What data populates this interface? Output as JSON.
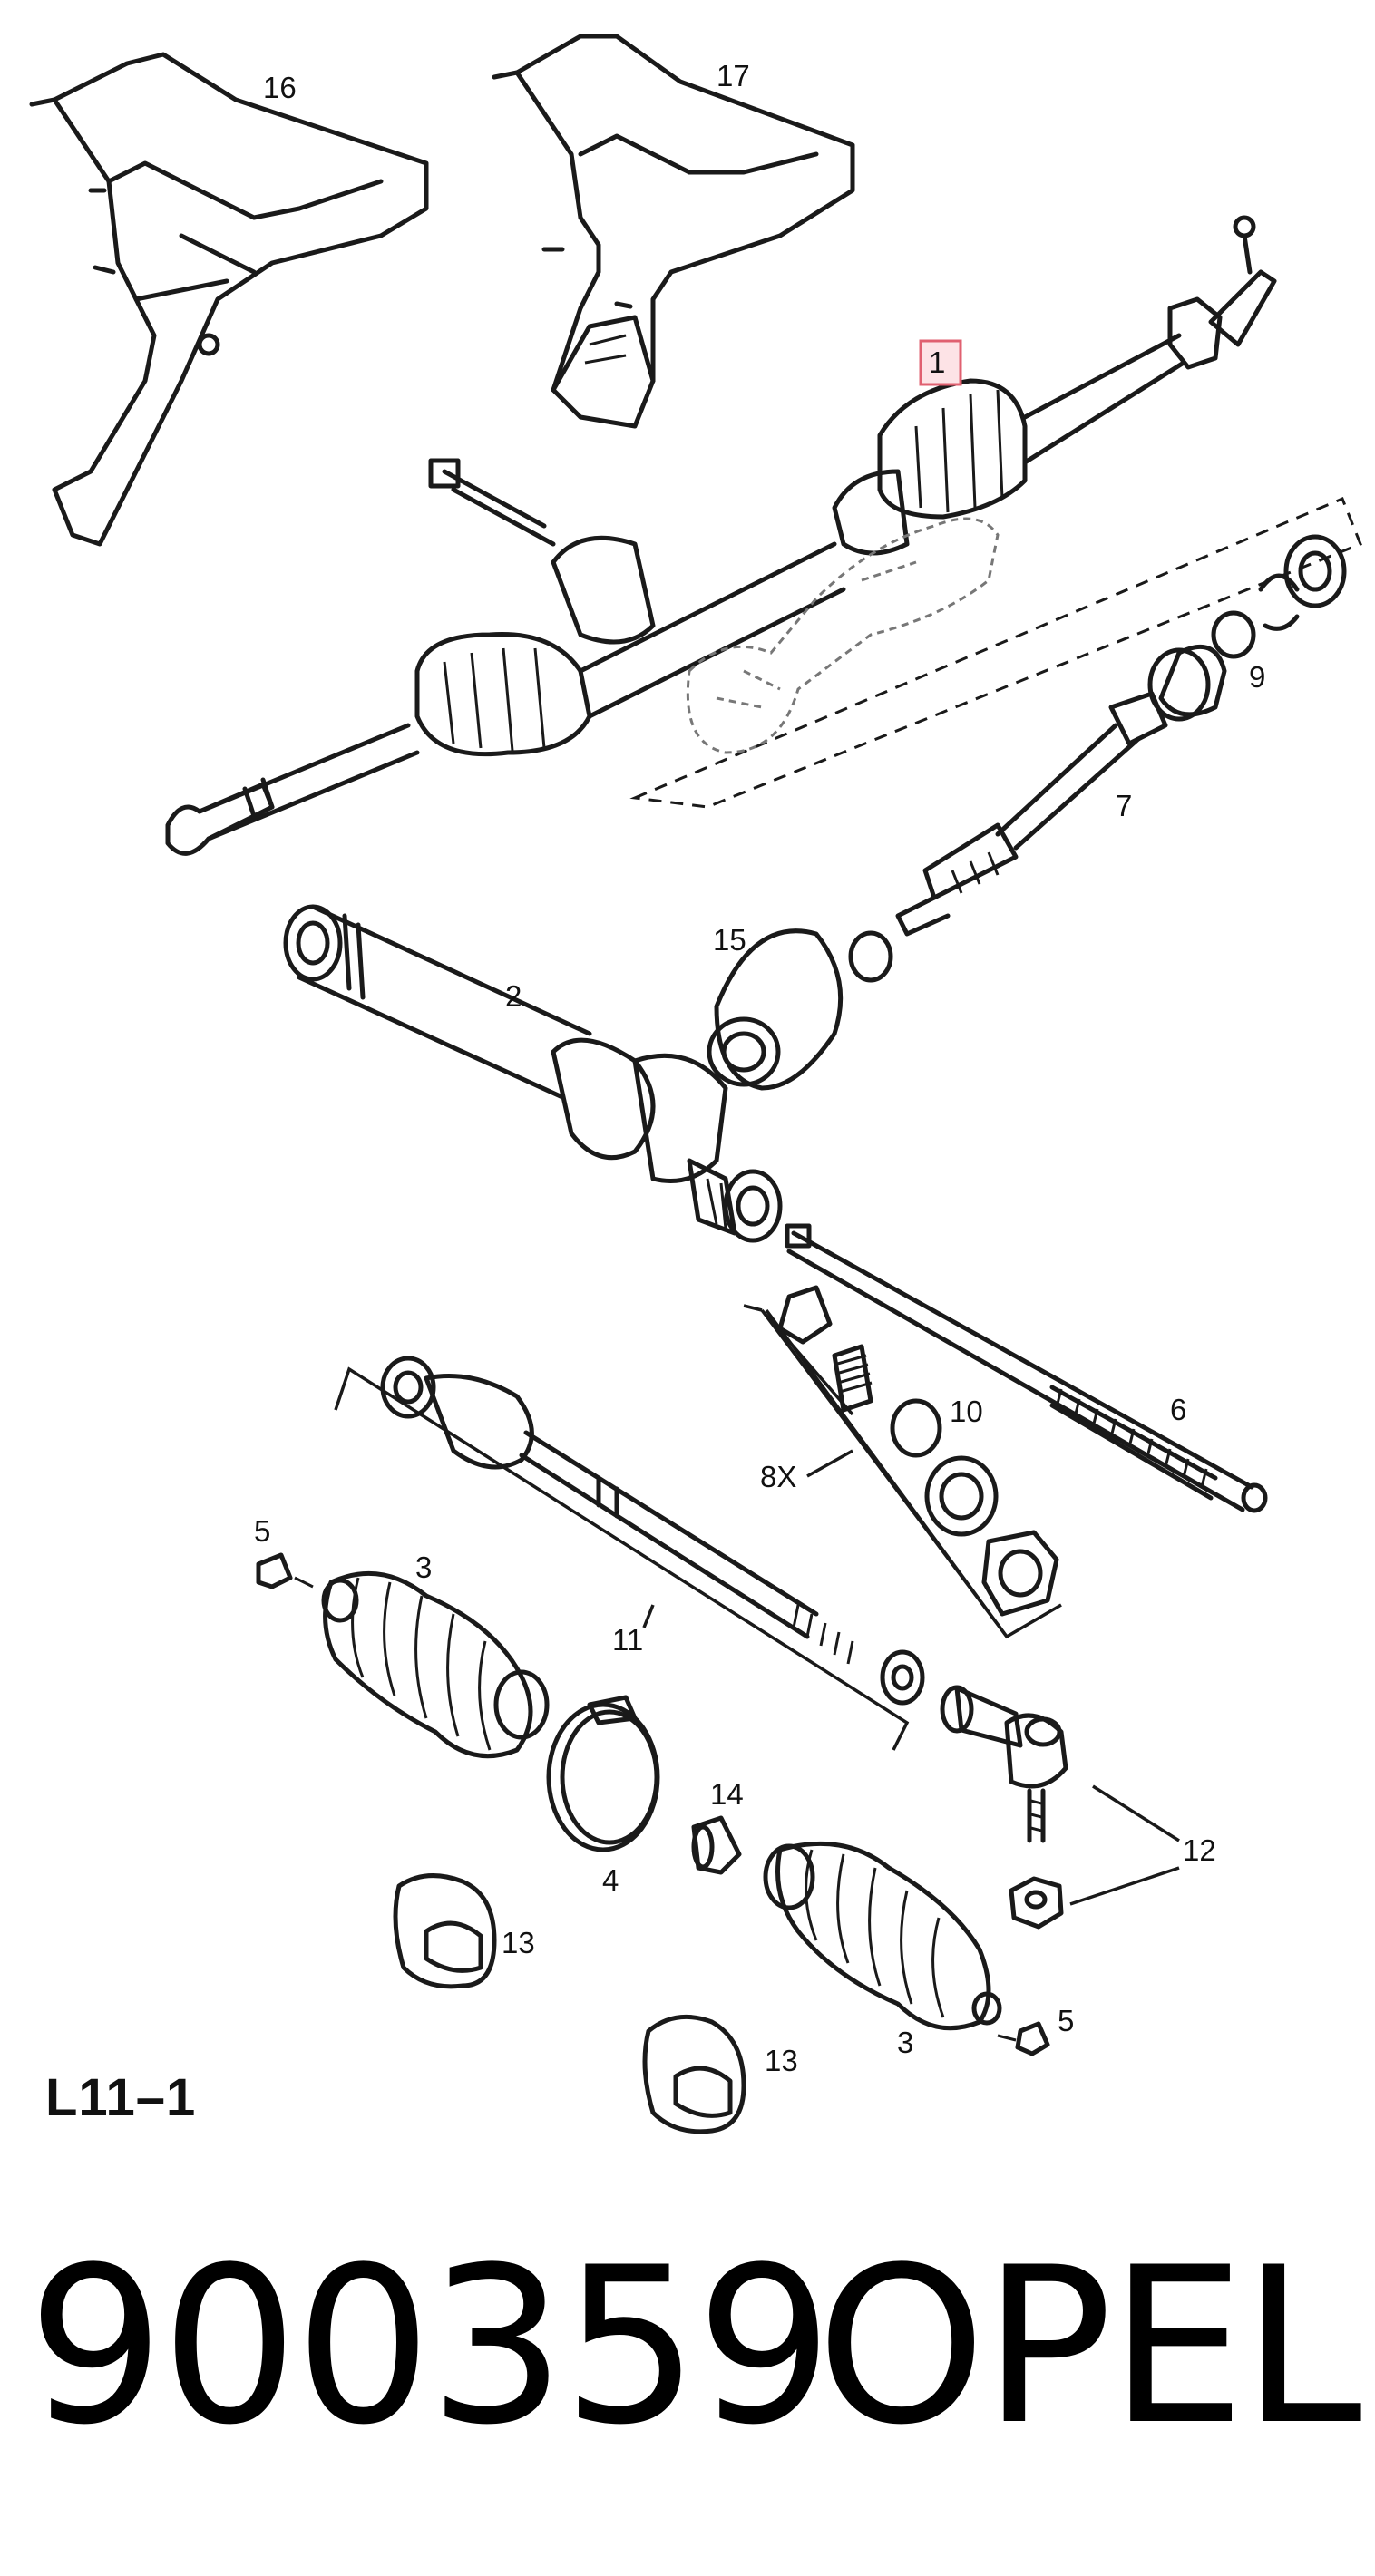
{
  "diagram": {
    "code": "L11–1",
    "highlighted_callout": "1",
    "callouts": {
      "c1": "1",
      "c2": "2",
      "c3a": "3",
      "c3b": "3",
      "c4": "4",
      "c5a": "5",
      "c5b": "5",
      "c6": "6",
      "c7": "7",
      "c8": "8X",
      "c9": "9",
      "c10": "10",
      "c11": "11",
      "c12": "12",
      "c13a": "13",
      "c13b": "13",
      "c14": "14",
      "c15": "15",
      "c16": "16",
      "c17": "17"
    },
    "colors": {
      "line": "#1a1a1a",
      "highlight_fill": "#fde3e6",
      "highlight_border": "#e06070"
    }
  },
  "footer": {
    "part_number": "900359",
    "brand": "OPEL"
  }
}
